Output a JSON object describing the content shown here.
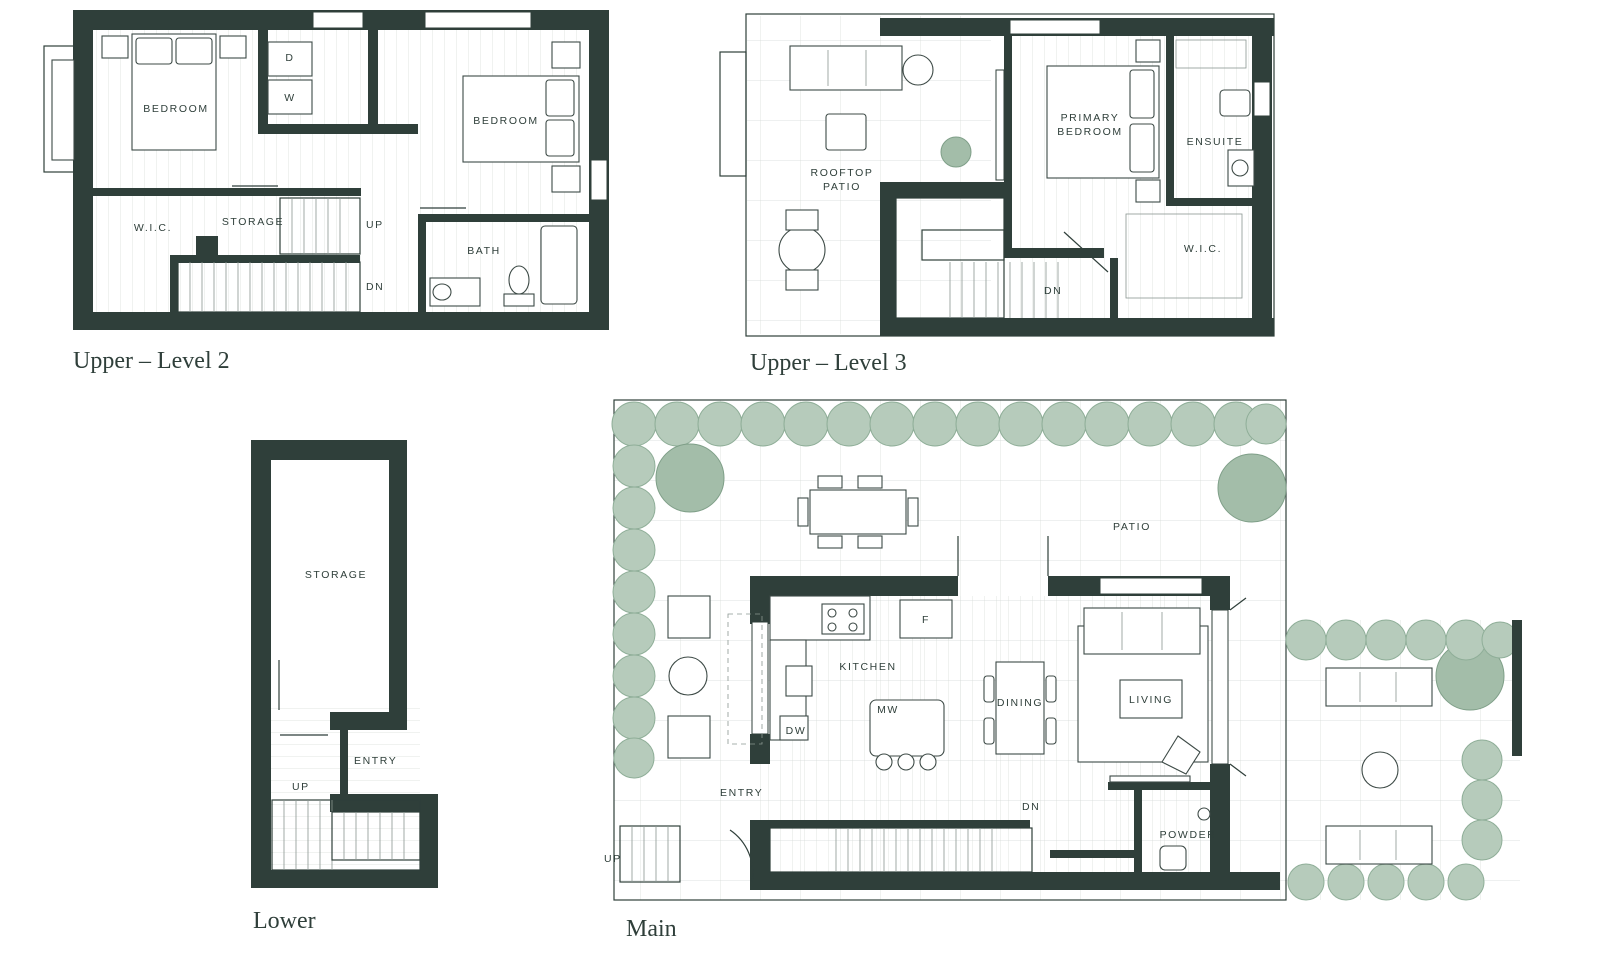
{
  "colors": {
    "wall": "#2f3f3a",
    "landscape": "#b6cbbb",
    "background": "#ffffff"
  },
  "plans": {
    "level2": {
      "title": "Upper – Level 2",
      "rooms": {
        "bedroom_left": "BEDROOM",
        "bedroom_right": "BEDROOM",
        "wic": "W.I.C.",
        "storage": "STORAGE",
        "bath": "BATH",
        "dryer": "D",
        "washer": "W",
        "up": "UP",
        "dn": "DN"
      }
    },
    "level3": {
      "title": "Upper – Level 3",
      "rooms": {
        "rooftop_patio_1": "ROOFTOP",
        "rooftop_patio_2": "PATIO",
        "primary_bedroom_1": "PRIMARY",
        "primary_bedroom_2": "BEDROOM",
        "ensuite": "ENSUITE",
        "wic": "W.I.C.",
        "dn": "DN"
      }
    },
    "lower": {
      "title": "Lower",
      "rooms": {
        "storage": "STORAGE",
        "entry": "ENTRY",
        "up": "UP"
      }
    },
    "main": {
      "title": "Main",
      "rooms": {
        "patio": "PATIO",
        "kitchen": "KITCHEN",
        "dining": "DINING",
        "living": "LIVING",
        "fridge": "F",
        "microwave": "MW",
        "dishwasher": "DW",
        "entry": "ENTRY",
        "powder": "POWDER",
        "dn": "DN",
        "up": "UP"
      }
    }
  }
}
